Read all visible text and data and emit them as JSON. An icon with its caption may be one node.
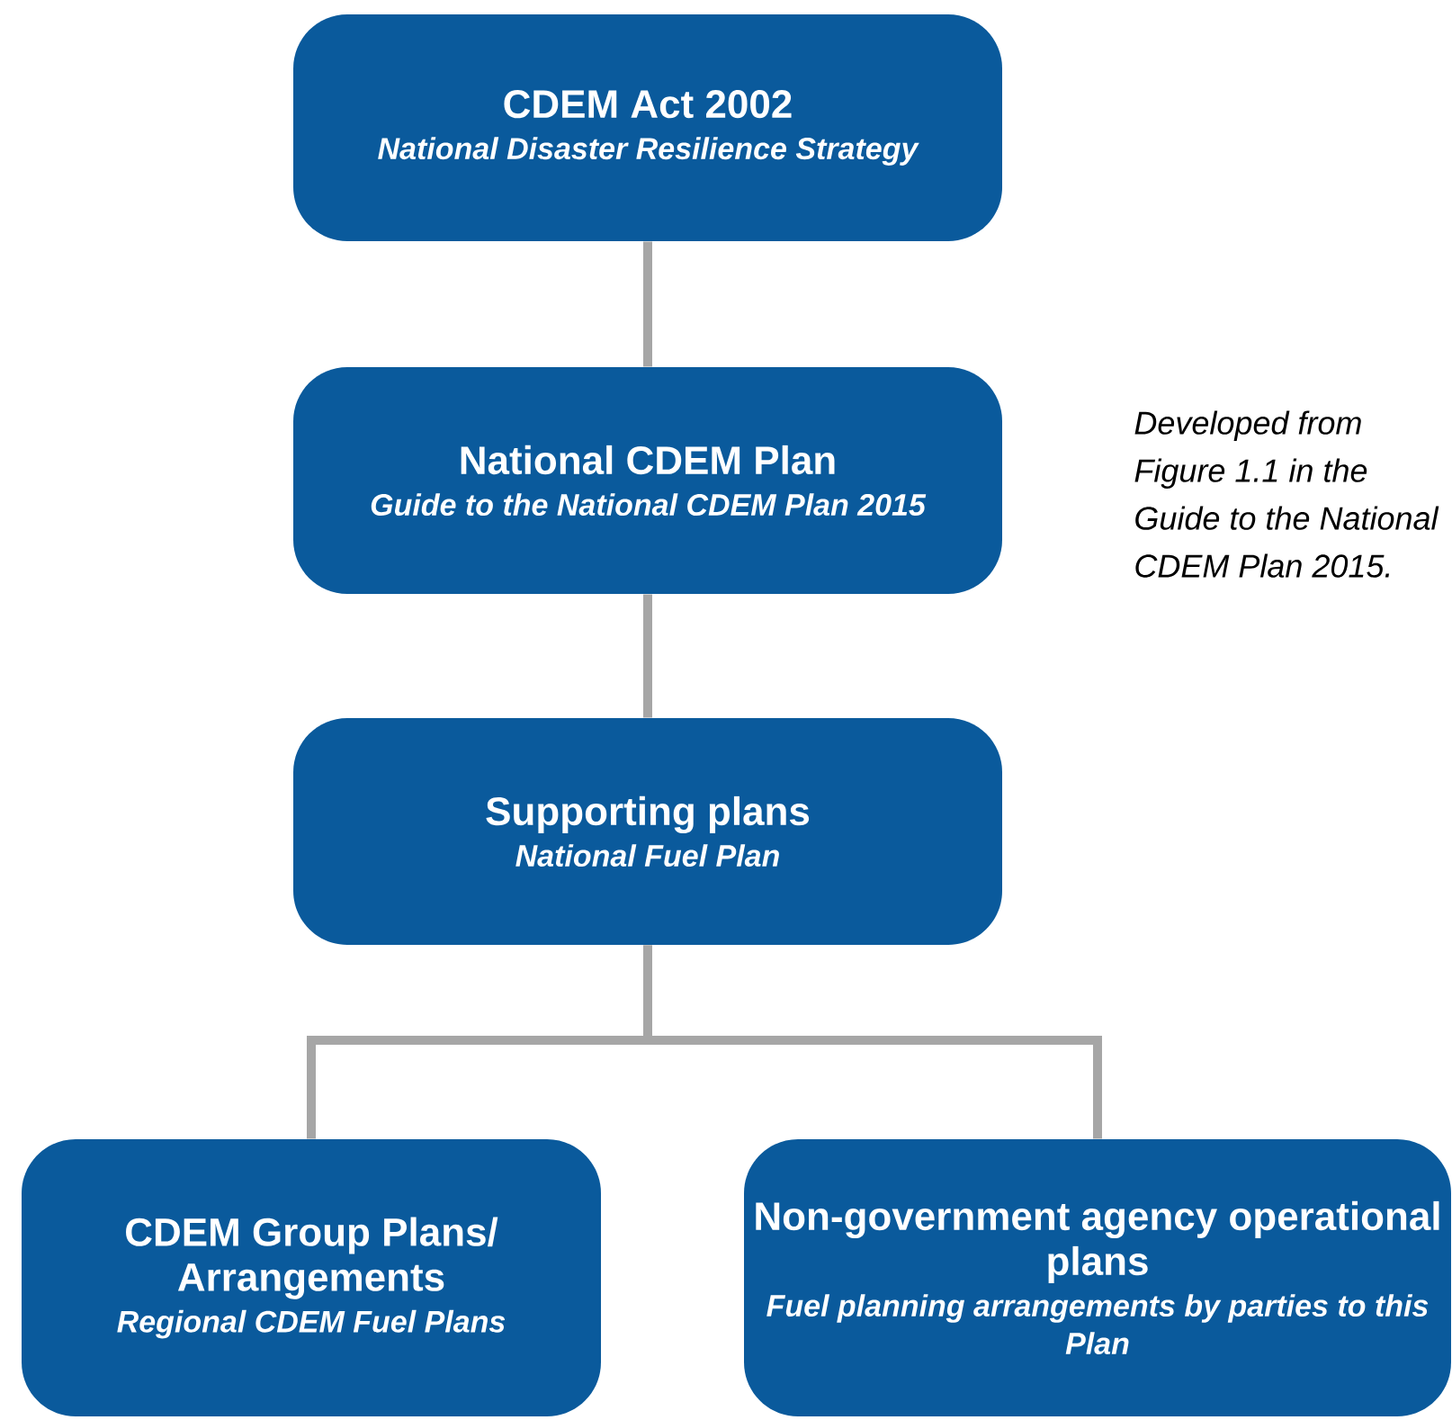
{
  "diagram": {
    "nodes": [
      {
        "text": [
          "CDEM Act 2002",
          "National Disaster Resilience Strategy"
        ]
      },
      {
        "text": [
          "National CDEM Plan",
          "Guide to the National CDEM Plan 2015"
        ]
      },
      {
        "text": [
          "Supporting plans",
          "National Fuel Plan"
        ]
      },
      {
        "text": [
          "CDEM Group Plans/ Arrangements",
          "Regional CDEM Fuel Plans"
        ]
      },
      {
        "text": [
          "Non-government agency operational plans",
          "Fuel planning arrangements by parties to this Plan"
        ]
      }
    ],
    "edges": [
      {
        "from": 0,
        "to": 1,
        "arrow": "none"
      },
      {
        "from": 1,
        "to": 2,
        "arrow": "none"
      },
      {
        "from": 2,
        "to": 3,
        "arrow": "none"
      },
      {
        "from": 2,
        "to": 4,
        "arrow": "none"
      }
    ],
    "labels": [
      "Developed from Figure 1.1 in the Guide to the National CDEM Plan 2015."
    ]
  }
}
